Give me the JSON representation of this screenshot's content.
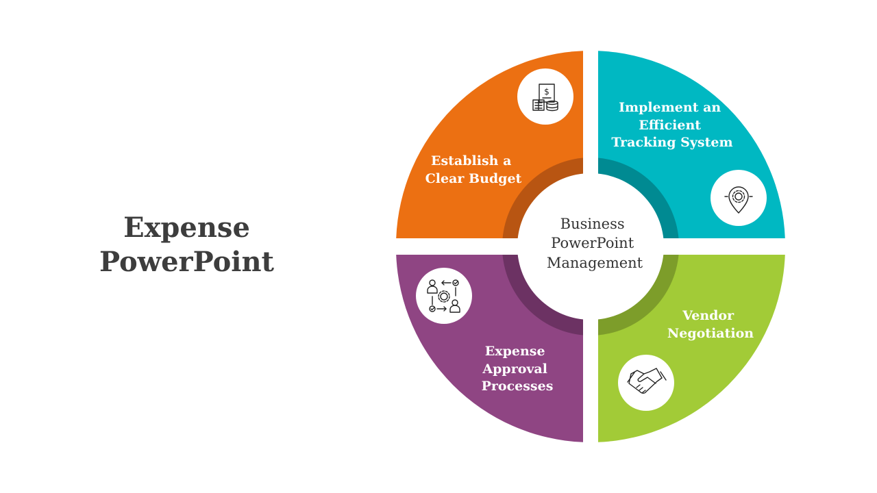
{
  "title": {
    "line1": "Expense",
    "line2": "PowerPoint"
  },
  "center": {
    "line1": "Business",
    "line2": "PowerPoint",
    "line3": "Management"
  },
  "quadrants": [
    {
      "id": "top-left",
      "lines": [
        "Establish a",
        "Clear Budget"
      ],
      "color": "#ec7012",
      "inner_color": "#b85512",
      "icon": "budget-calculator-icon"
    },
    {
      "id": "top-right",
      "lines": [
        "Implement an",
        "Efficient",
        "Tracking System"
      ],
      "color": "#00b8c2",
      "inner_color": "#008a92",
      "icon": "location-gear-icon"
    },
    {
      "id": "bottom-right",
      "lines": [
        "Vendor",
        "Negotiation"
      ],
      "color": "#a2cb37",
      "inner_color": "#7d9d2a",
      "icon": "handshake-icon"
    },
    {
      "id": "bottom-left",
      "lines": [
        "Expense",
        "Approval",
        "Processes"
      ],
      "color": "#8f4583",
      "inner_color": "#6c3263",
      "icon": "approval-workflow-icon"
    }
  ]
}
